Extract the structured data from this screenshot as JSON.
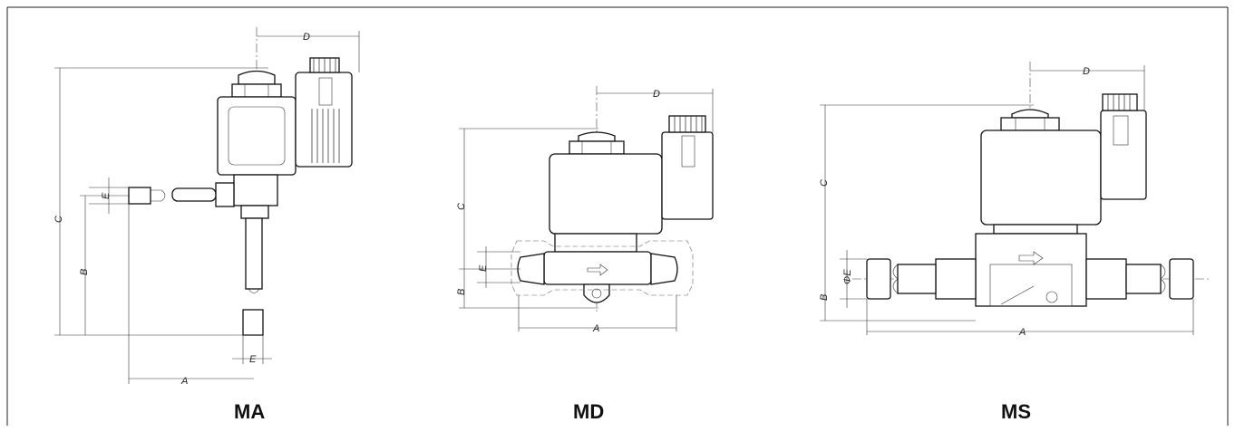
{
  "models": {
    "ma": {
      "name": "MA",
      "dims": {
        "d": "D",
        "c": "C",
        "e_top": "E",
        "b": "B",
        "e_bottom": "E",
        "a": "A"
      }
    },
    "md": {
      "name": "MD",
      "dims": {
        "d": "D",
        "c": "C",
        "e": "E",
        "b": "B",
        "a": "A"
      }
    },
    "ms": {
      "name": "MS",
      "dims": {
        "d": "D",
        "c": "C",
        "phi_e": "ΦE",
        "b": "B",
        "a": "A"
      }
    }
  }
}
